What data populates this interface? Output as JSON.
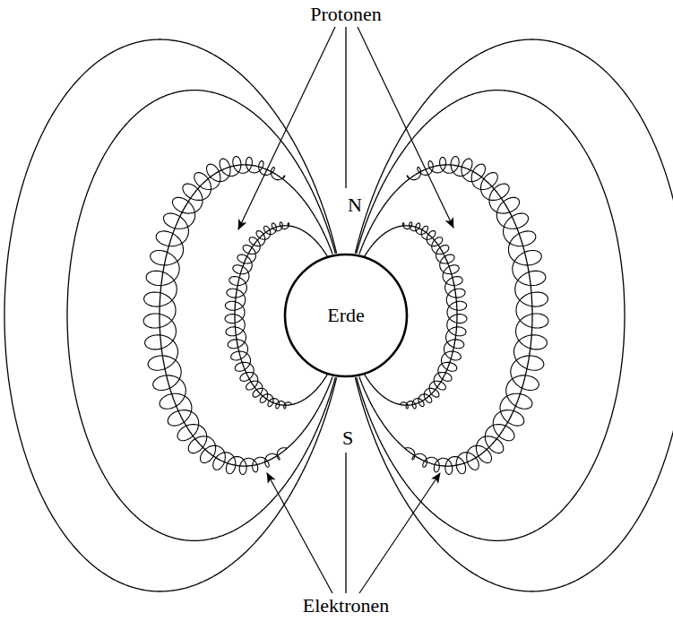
{
  "diagram": {
    "nodes": [
      {
        "text": [
          "Erde"
        ]
      }
    ],
    "labels": [
      "Protonen",
      "N",
      "S",
      "Elektronen"
    ]
  }
}
